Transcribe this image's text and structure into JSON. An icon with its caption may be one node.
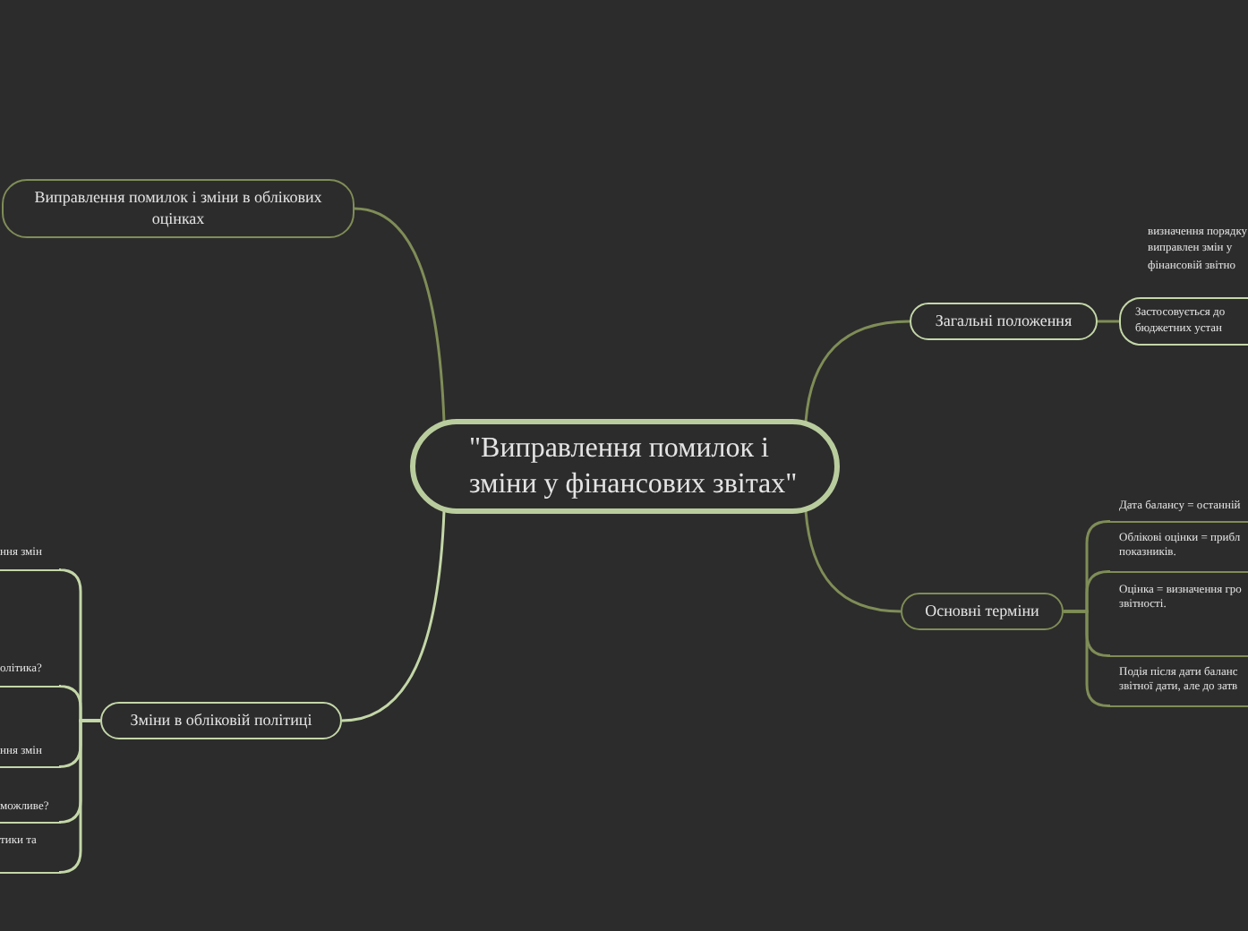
{
  "diagram": {
    "nodes": [
      {
        "text": [
          "\"Виправлення помилок і зміни у фінансових звітах\""
        ]
      },
      {
        "text": [
          "Виправлення помилок і зміни в облікових оцінках"
        ]
      },
      {
        "text": [
          "Загальні положення"
        ]
      },
      {
        "text": [
          "Застосовується до бюджетних устан"
        ]
      },
      {
        "text": [
          "Основні терміни"
        ]
      },
      {
        "text": [
          "Дата балансу = останній"
        ]
      },
      {
        "text": [
          "Облікові оцінки = прибл показників."
        ]
      },
      {
        "text": [
          "Оцінка = визначення гро звітності."
        ]
      },
      {
        "text": [
          "Подія після дати баланс звітної дати, але до затв"
        ]
      },
      {
        "text": [
          "Зміни в обліковій політиці"
        ]
      },
      {
        "text": [
          "ння змін"
        ]
      },
      {
        "text": [
          "олітика?"
        ]
      },
      {
        "text": [
          "ння змін"
        ]
      },
      {
        "text": [
          "можливе?"
        ]
      },
      {
        "text": [
          "тики та"
        ]
      }
    ],
    "edges": [
      {
        "from": 0,
        "to": 1,
        "arrow": "none"
      },
      {
        "from": 0,
        "to": 2,
        "arrow": "none"
      },
      {
        "from": 0,
        "to": 4,
        "arrow": "none"
      },
      {
        "from": 0,
        "to": 9,
        "arrow": "none",
        "color": "#c4d7a8"
      },
      {
        "from": 2,
        "to": 3,
        "arrow": "none"
      },
      {
        "from": 4,
        "to": 5,
        "arrow": "none"
      },
      {
        "from": 4,
        "to": 6,
        "arrow": "none"
      },
      {
        "from": 4,
        "to": 7,
        "arrow": "none"
      },
      {
        "from": 4,
        "to": 8,
        "arrow": "none"
      },
      {
        "from": 9,
        "to": 10,
        "arrow": "none",
        "color": "#c4d7a8"
      },
      {
        "from": 9,
        "to": 11,
        "arrow": "none",
        "color": "#c4d7a8"
      },
      {
        "from": 9,
        "to": 12,
        "arrow": "none",
        "color": "#c4d7a8"
      },
      {
        "from": 9,
        "to": 13,
        "arrow": "none",
        "color": "#c4d7a8"
      },
      {
        "from": 9,
        "to": 14,
        "arrow": "none",
        "color": "#c4d7a8"
      }
    ],
    "labels": [
      "визначення порядку виправлен змін у фінансовій звітно"
    ]
  }
}
